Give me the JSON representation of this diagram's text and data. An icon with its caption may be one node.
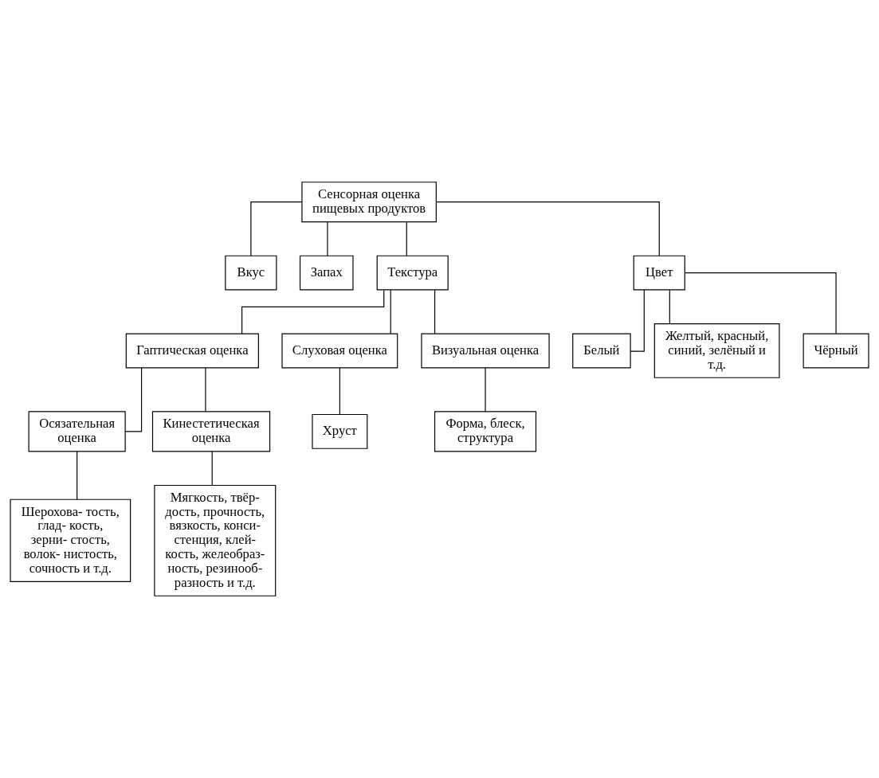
{
  "diagram": {
    "nodes": [
      {
        "text": [
          "Сенсорная оценка пищевых продуктов"
        ]
      },
      {
        "text": [
          "Вкус"
        ]
      },
      {
        "text": [
          "Запах"
        ]
      },
      {
        "text": [
          "Текстура"
        ]
      },
      {
        "text": [
          "Цвет"
        ]
      },
      {
        "text": [
          "Белый"
        ]
      },
      {
        "text": [
          "Желтый, красный, синий, зелёный и т.д."
        ]
      },
      {
        "text": [
          "Гаптическая оценка"
        ]
      },
      {
        "text": [
          "Чёрный"
        ]
      },
      {
        "text": [
          "Осязательная оценка"
        ]
      },
      {
        "text": [
          "Кинестетическая оценка"
        ]
      },
      {
        "text": [
          "Шерохова- тость, глад- кость, зерни- стость, волок- нистость, сочность и т.д."
        ]
      },
      {
        "text": [
          "Мягкость, твёр- дость, прочность, вязкость, конси- стенция, клей- кость, желеобраз- ность, резинооб- разность и т.д."
        ]
      },
      {
        "text": [
          "Слуховая оценка"
        ]
      },
      {
        "text": [
          "Визуальная оценка"
        ]
      },
      {
        "text": [
          "Хруст"
        ]
      },
      {
        "text": [
          "Форма, блеск, структура"
        ]
      }
    ],
    "edges": [
      {
        "from": 0,
        "to": 1,
        "arrow": "none"
      },
      {
        "from": 0,
        "to": 2,
        "arrow": "none"
      },
      {
        "from": 0,
        "to": 3,
        "arrow": "none"
      },
      {
        "from": 0,
        "to": 4,
        "arrow": "none"
      },
      {
        "from": 4,
        "to": 5,
        "arrow": "none"
      },
      {
        "from": 4,
        "to": 6,
        "arrow": "none"
      },
      {
        "from": 3,
        "to": 7,
        "arrow": "none"
      },
      {
        "from": 4,
        "to": 8,
        "arrow": "none"
      },
      {
        "from": 7,
        "to": 9,
        "arrow": "none"
      },
      {
        "from": 7,
        "to": 10,
        "arrow": "none"
      },
      {
        "from": 9,
        "to": 11,
        "arrow": "none"
      },
      {
        "from": 10,
        "to": 12,
        "arrow": "none"
      },
      {
        "from": 3,
        "to": 13,
        "arrow": "none"
      },
      {
        "from": 3,
        "to": 14,
        "arrow": "none"
      },
      {
        "from": 13,
        "to": 15,
        "arrow": "none"
      },
      {
        "from": 14,
        "to": 16,
        "arrow": "none"
      }
    ]
  }
}
